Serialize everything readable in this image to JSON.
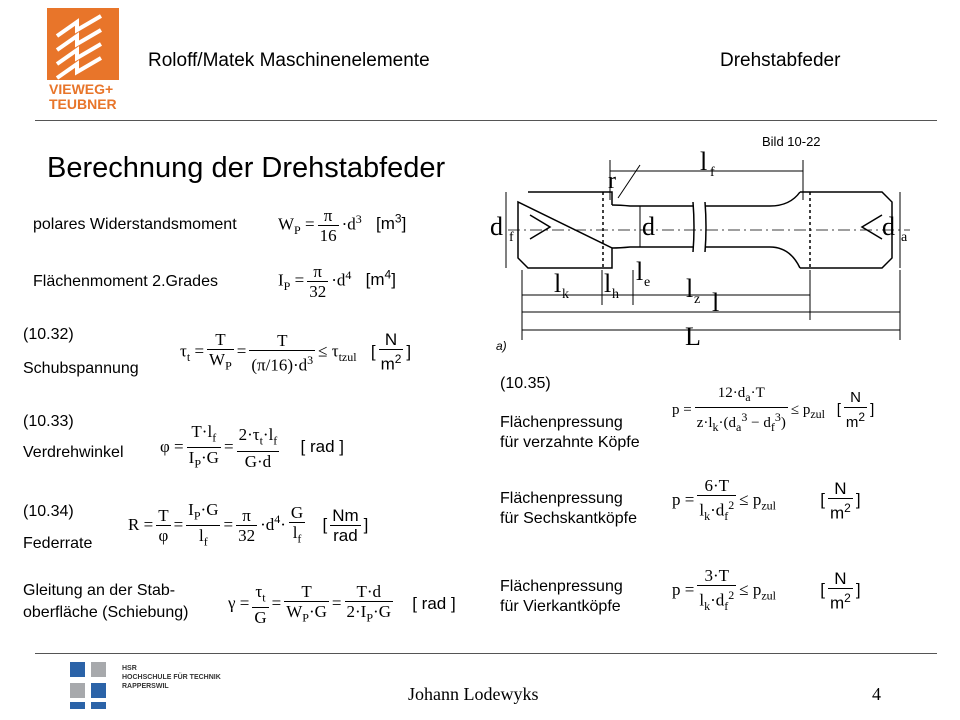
{
  "header": {
    "book_title": "Roloff/Matek Maschinenelemente",
    "chapter": "Drehstabfeder",
    "publisher_logo": "VIEWEG+ TEUBNER",
    "publisher_line1": "VIEWEG+",
    "publisher_line2": "TEUBNER",
    "colors": {
      "logo_orange": "#e8752a",
      "hsr_blue": "#2b63a8",
      "hsr_gray": "#a7a9ac"
    }
  },
  "slide": {
    "title": "Berechnung der Drehstabfeder",
    "figure_caption": "Bild 10-22",
    "figure_sublabel": "a)",
    "figure_labels": {
      "lf": "l",
      "lf_sub": "f",
      "r": "r",
      "df": "d",
      "df_sub": "f",
      "d": "d",
      "da": "d",
      "da_sub": "a",
      "le": "l",
      "le_sub": "e",
      "lk": "l",
      "lk_sub": "k",
      "lh": "l",
      "lh_sub": "h",
      "lz": "l",
      "lz_sub": "z",
      "l": "l",
      "L": "L"
    }
  },
  "formulas": {
    "wp_label": "polares Widerstandsmoment",
    "ip_label": "Flächenmoment 2.Grades",
    "eq_1032": "(10.32)",
    "shear_label": "Schubspannung",
    "eq_1033": "(10.33)",
    "twist_label": "Verdrehwinkel",
    "eq_1034": "(10.34)",
    "rate_label": "Federrate",
    "slip_label_1": "Gleitung an der Stab-",
    "slip_label_2": "oberfläche (Schiebung)",
    "eq_1035": "(10.35)",
    "press_toothed_1": "Flächenpressung",
    "press_toothed_2": "für verzahnte Köpfe",
    "press_hex_1": "Flächenpressung",
    "press_hex_2": "für Sechskantköpfe",
    "press_square_1": "Flächenpressung",
    "press_square_2": "für Vierkantköpfe",
    "unit_rad_1": "[ rad ]",
    "unit_rad_2": "[ rad ]"
  },
  "footer": {
    "author": "Johann Lodewyks",
    "page_number": "4",
    "school_line1": "HSR",
    "school_line2": "HOCHSCHULE FÜR TECHNIK",
    "school_line3": "RAPPERSWIL"
  }
}
